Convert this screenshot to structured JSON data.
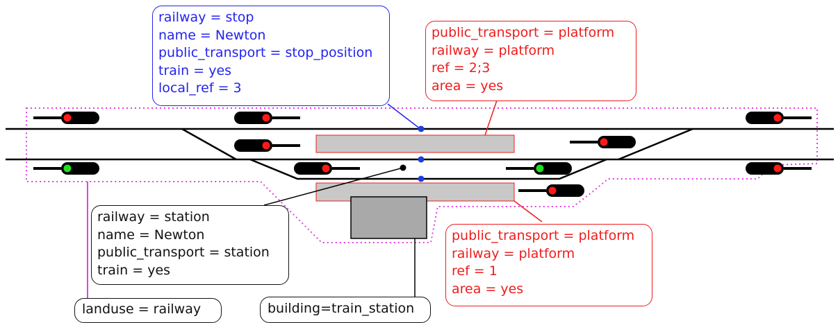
{
  "stop_box": {
    "lines": [
      "railway = stop",
      "name = Newton",
      "public_transport = stop_position",
      "train = yes",
      "local_ref = 3"
    ]
  },
  "platform_top_box": {
    "lines": [
      "public_transport = platform",
      "railway = platform",
      "ref = 2;3",
      "area = yes"
    ]
  },
  "station_box": {
    "lines": [
      "railway = station",
      "name = Newton",
      "public_transport = station",
      "train = yes"
    ]
  },
  "platform_bottom_box": {
    "lines": [
      "public_transport = platform",
      "railway = platform",
      "ref = 1",
      "area = yes"
    ]
  },
  "landuse_box": {
    "label": "landuse = railway"
  },
  "building_box": {
    "label": "building=train_station"
  },
  "colors": {
    "stop_tags": "#2323ee",
    "platform_tags": "#ee1c1c",
    "landuse_outline": "#e040e0",
    "platform_fill": "#c8c8c8",
    "building_fill": "#a9a9a9",
    "signal_red": "#ff1a1a",
    "signal_green": "#22dd22",
    "stop_node": "#1a3fe0"
  }
}
